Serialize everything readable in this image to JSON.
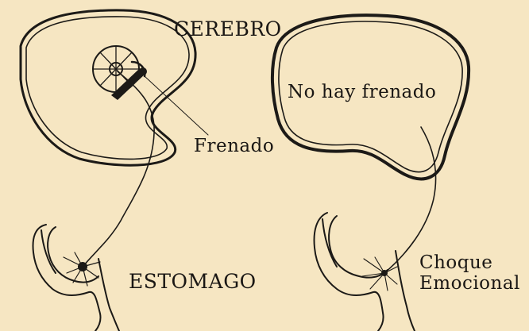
{
  "left_diagram": {
    "brain_label": "CEREBRO",
    "brake_label": "Frenado",
    "stomach_label": "ESTOMAGO"
  },
  "right_diagram": {
    "no_brake_label": "No hay frenado",
    "shock_label_line1": "Choque",
    "shock_label_line2": "Emocional"
  },
  "colors": {
    "paper": "#f6e6c2",
    "ink": "#1c1a17"
  }
}
